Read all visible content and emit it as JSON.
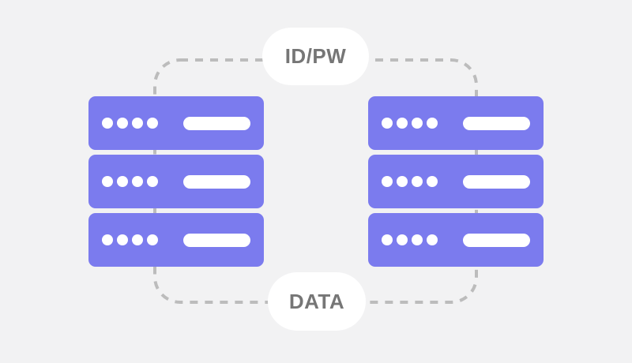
{
  "diagram": {
    "background_color": "#f2f2f3",
    "colors": {
      "server_fill": "#7b7bee",
      "server_detail": "#ffffff",
      "connector_dash": "#bcbcbc",
      "label_pill_fill": "#ffffff",
      "label_text": "#767676"
    },
    "labels": {
      "top": "ID/PW",
      "bottom": "DATA"
    },
    "stacks": [
      {
        "id": "left",
        "servers": [
          {
            "lights": 4,
            "panels": 1
          },
          {
            "lights": 4,
            "panels": 1
          },
          {
            "lights": 4,
            "panels": 1
          }
        ]
      },
      {
        "id": "right",
        "servers": [
          {
            "lights": 4,
            "panels": 1
          },
          {
            "lights": 4,
            "panels": 1
          },
          {
            "lights": 4,
            "panels": 1
          }
        ]
      }
    ]
  }
}
